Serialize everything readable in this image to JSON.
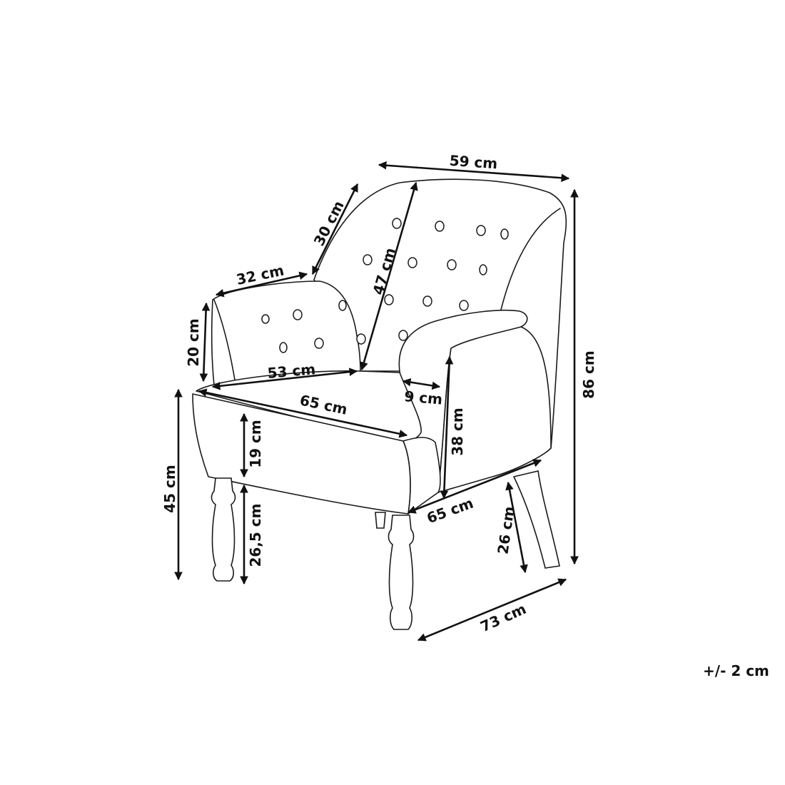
{
  "dimensions": {
    "width_back": "59 cm",
    "back_height": "47 cm",
    "back_side": "30 cm",
    "arm_length": "32 cm",
    "arm_height": "20 cm",
    "seat_back_width": "53 cm",
    "seat_front_width": "65 cm",
    "arm_width": "9 cm",
    "arm_inner_height": "38 cm",
    "seat_thickness": "19 cm",
    "seat_height": "45 cm",
    "leg_height_front": "26,5 cm",
    "seat_depth": "65 cm",
    "leg_height_back": "26 cm",
    "depth_total": "73 cm",
    "height_total": "86 cm"
  },
  "tolerance": "+/- 2 cm"
}
